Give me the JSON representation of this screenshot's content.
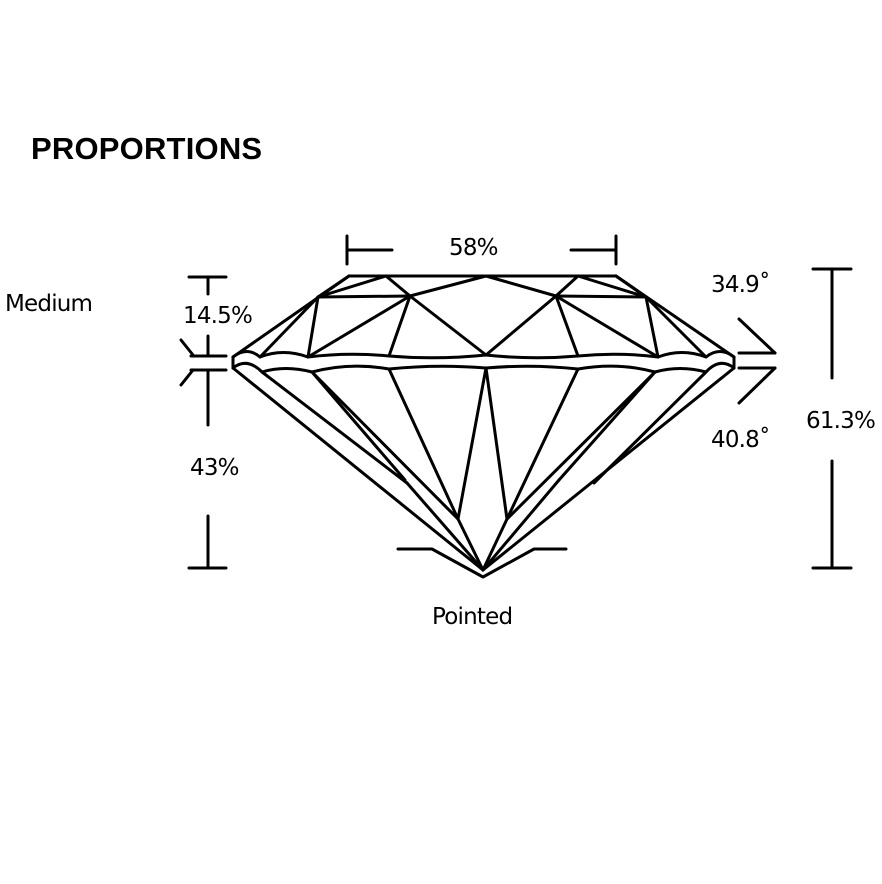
{
  "title": "PROPORTIONS",
  "diagram": {
    "subject": "round brilliant diamond profile",
    "girdle_thickness": "Medium",
    "crown_height": "14.5%",
    "pavilion_depth": "43%",
    "table_size": "58%",
    "crown_angle": "34.9˚",
    "pavilion_angle": "40.8˚",
    "total_depth": "61.3%",
    "culet": "Pointed"
  },
  "colors": {
    "stroke": "#000000",
    "background": "#ffffff"
  }
}
